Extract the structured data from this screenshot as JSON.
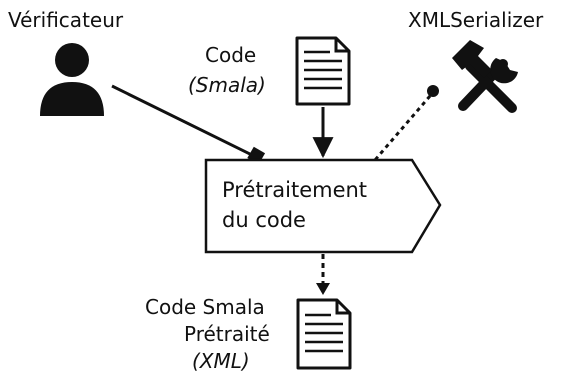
{
  "diagram": {
    "actor": {
      "label": "Vérificateur",
      "icon": "user-icon"
    },
    "serializer": {
      "label": "XMLSerializer",
      "icon": "tools-icon"
    },
    "input": {
      "line1": "Code",
      "line2": "(Smala)",
      "icon": "document-icon"
    },
    "process": {
      "line1": "Prétraitement",
      "line2": "du code"
    },
    "output": {
      "line1": "Code Smala",
      "line2": "Prétraité",
      "line3": "(XML)",
      "icon": "document-icon"
    }
  }
}
